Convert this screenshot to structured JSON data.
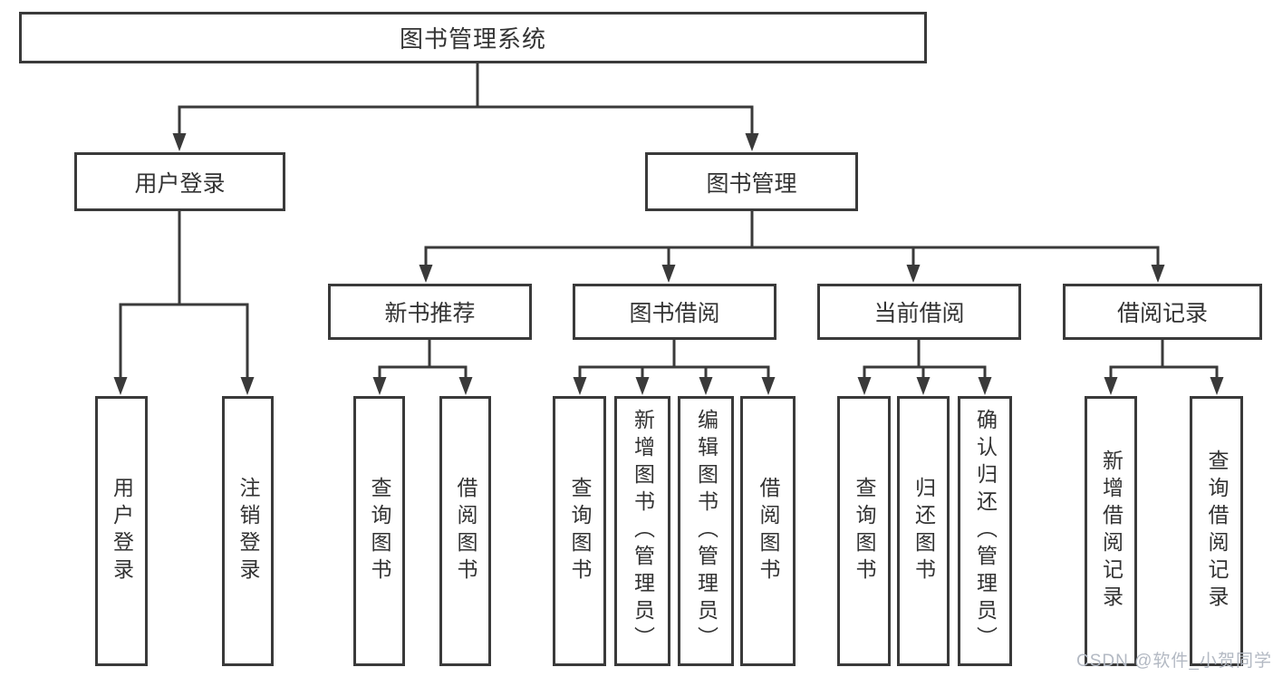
{
  "palette": {
    "line": "#3a3a3a",
    "text": "#333333",
    "background": "#ffffff",
    "watermark": "#b3b9c3"
  },
  "watermark": "CSDN @软件_小贺同学",
  "tree": {
    "root": {
      "label": "图书管理系统"
    },
    "level2": [
      {
        "label": "用户登录",
        "children": [
          {
            "label": "用户登录"
          },
          {
            "label": "注销登录"
          }
        ]
      },
      {
        "label": "图书管理"
      }
    ],
    "level3": [
      {
        "label": "新书推荐",
        "children": [
          {
            "label": "查询图书"
          },
          {
            "label": "借阅图书"
          }
        ]
      },
      {
        "label": "图书借阅",
        "children": [
          {
            "label": "查询图书"
          },
          {
            "label": "新增图书（管理员）"
          },
          {
            "label": "编辑图书（管理员）"
          },
          {
            "label": "借阅图书"
          }
        ]
      },
      {
        "label": "当前借阅",
        "children": [
          {
            "label": "查询图书"
          },
          {
            "label": "归还图书"
          },
          {
            "label": "确认归还（管理员）"
          }
        ]
      },
      {
        "label": "借阅记录",
        "children": [
          {
            "label": "新增借阅记录"
          },
          {
            "label": "查询借阅记录"
          }
        ]
      }
    ]
  }
}
